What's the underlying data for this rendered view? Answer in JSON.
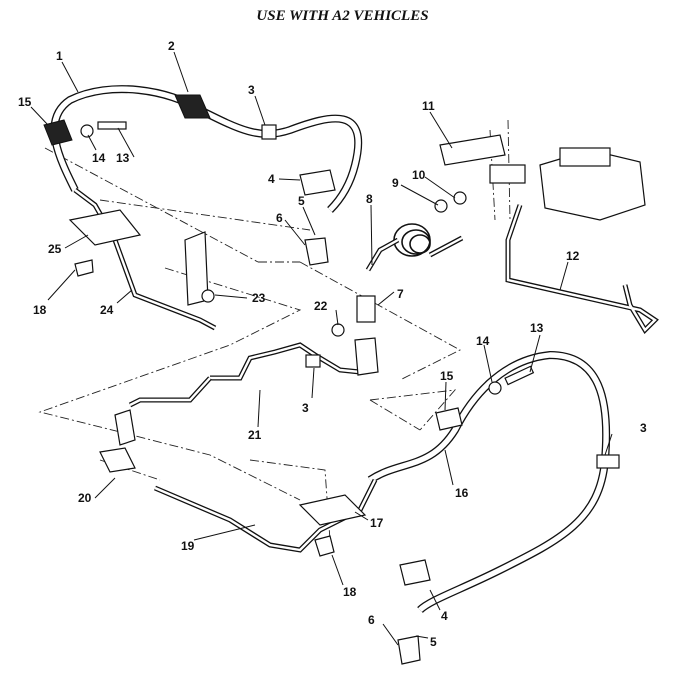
{
  "title": "USE WITH A2 VEHICLES",
  "callouts": {
    "c1": "1",
    "c2": "2",
    "c3a": "3",
    "c3b": "3",
    "c3c": "3",
    "c4a": "4",
    "c4b": "4",
    "c5a": "5",
    "c5b": "5",
    "c6a": "6",
    "c6b": "6",
    "c7": "7",
    "c8": "8",
    "c9": "9",
    "c10": "10",
    "c11": "11",
    "c12": "12",
    "c13a": "13",
    "c13b": "13",
    "c14a": "14",
    "c14b": "14",
    "c15a": "15",
    "c15b": "15",
    "c16": "16",
    "c17": "17",
    "c18a": "18",
    "c18b": "18",
    "c19": "19",
    "c20": "20",
    "c21": "21",
    "c22": "22",
    "c23": "23",
    "c24": "24",
    "c25": "25"
  }
}
